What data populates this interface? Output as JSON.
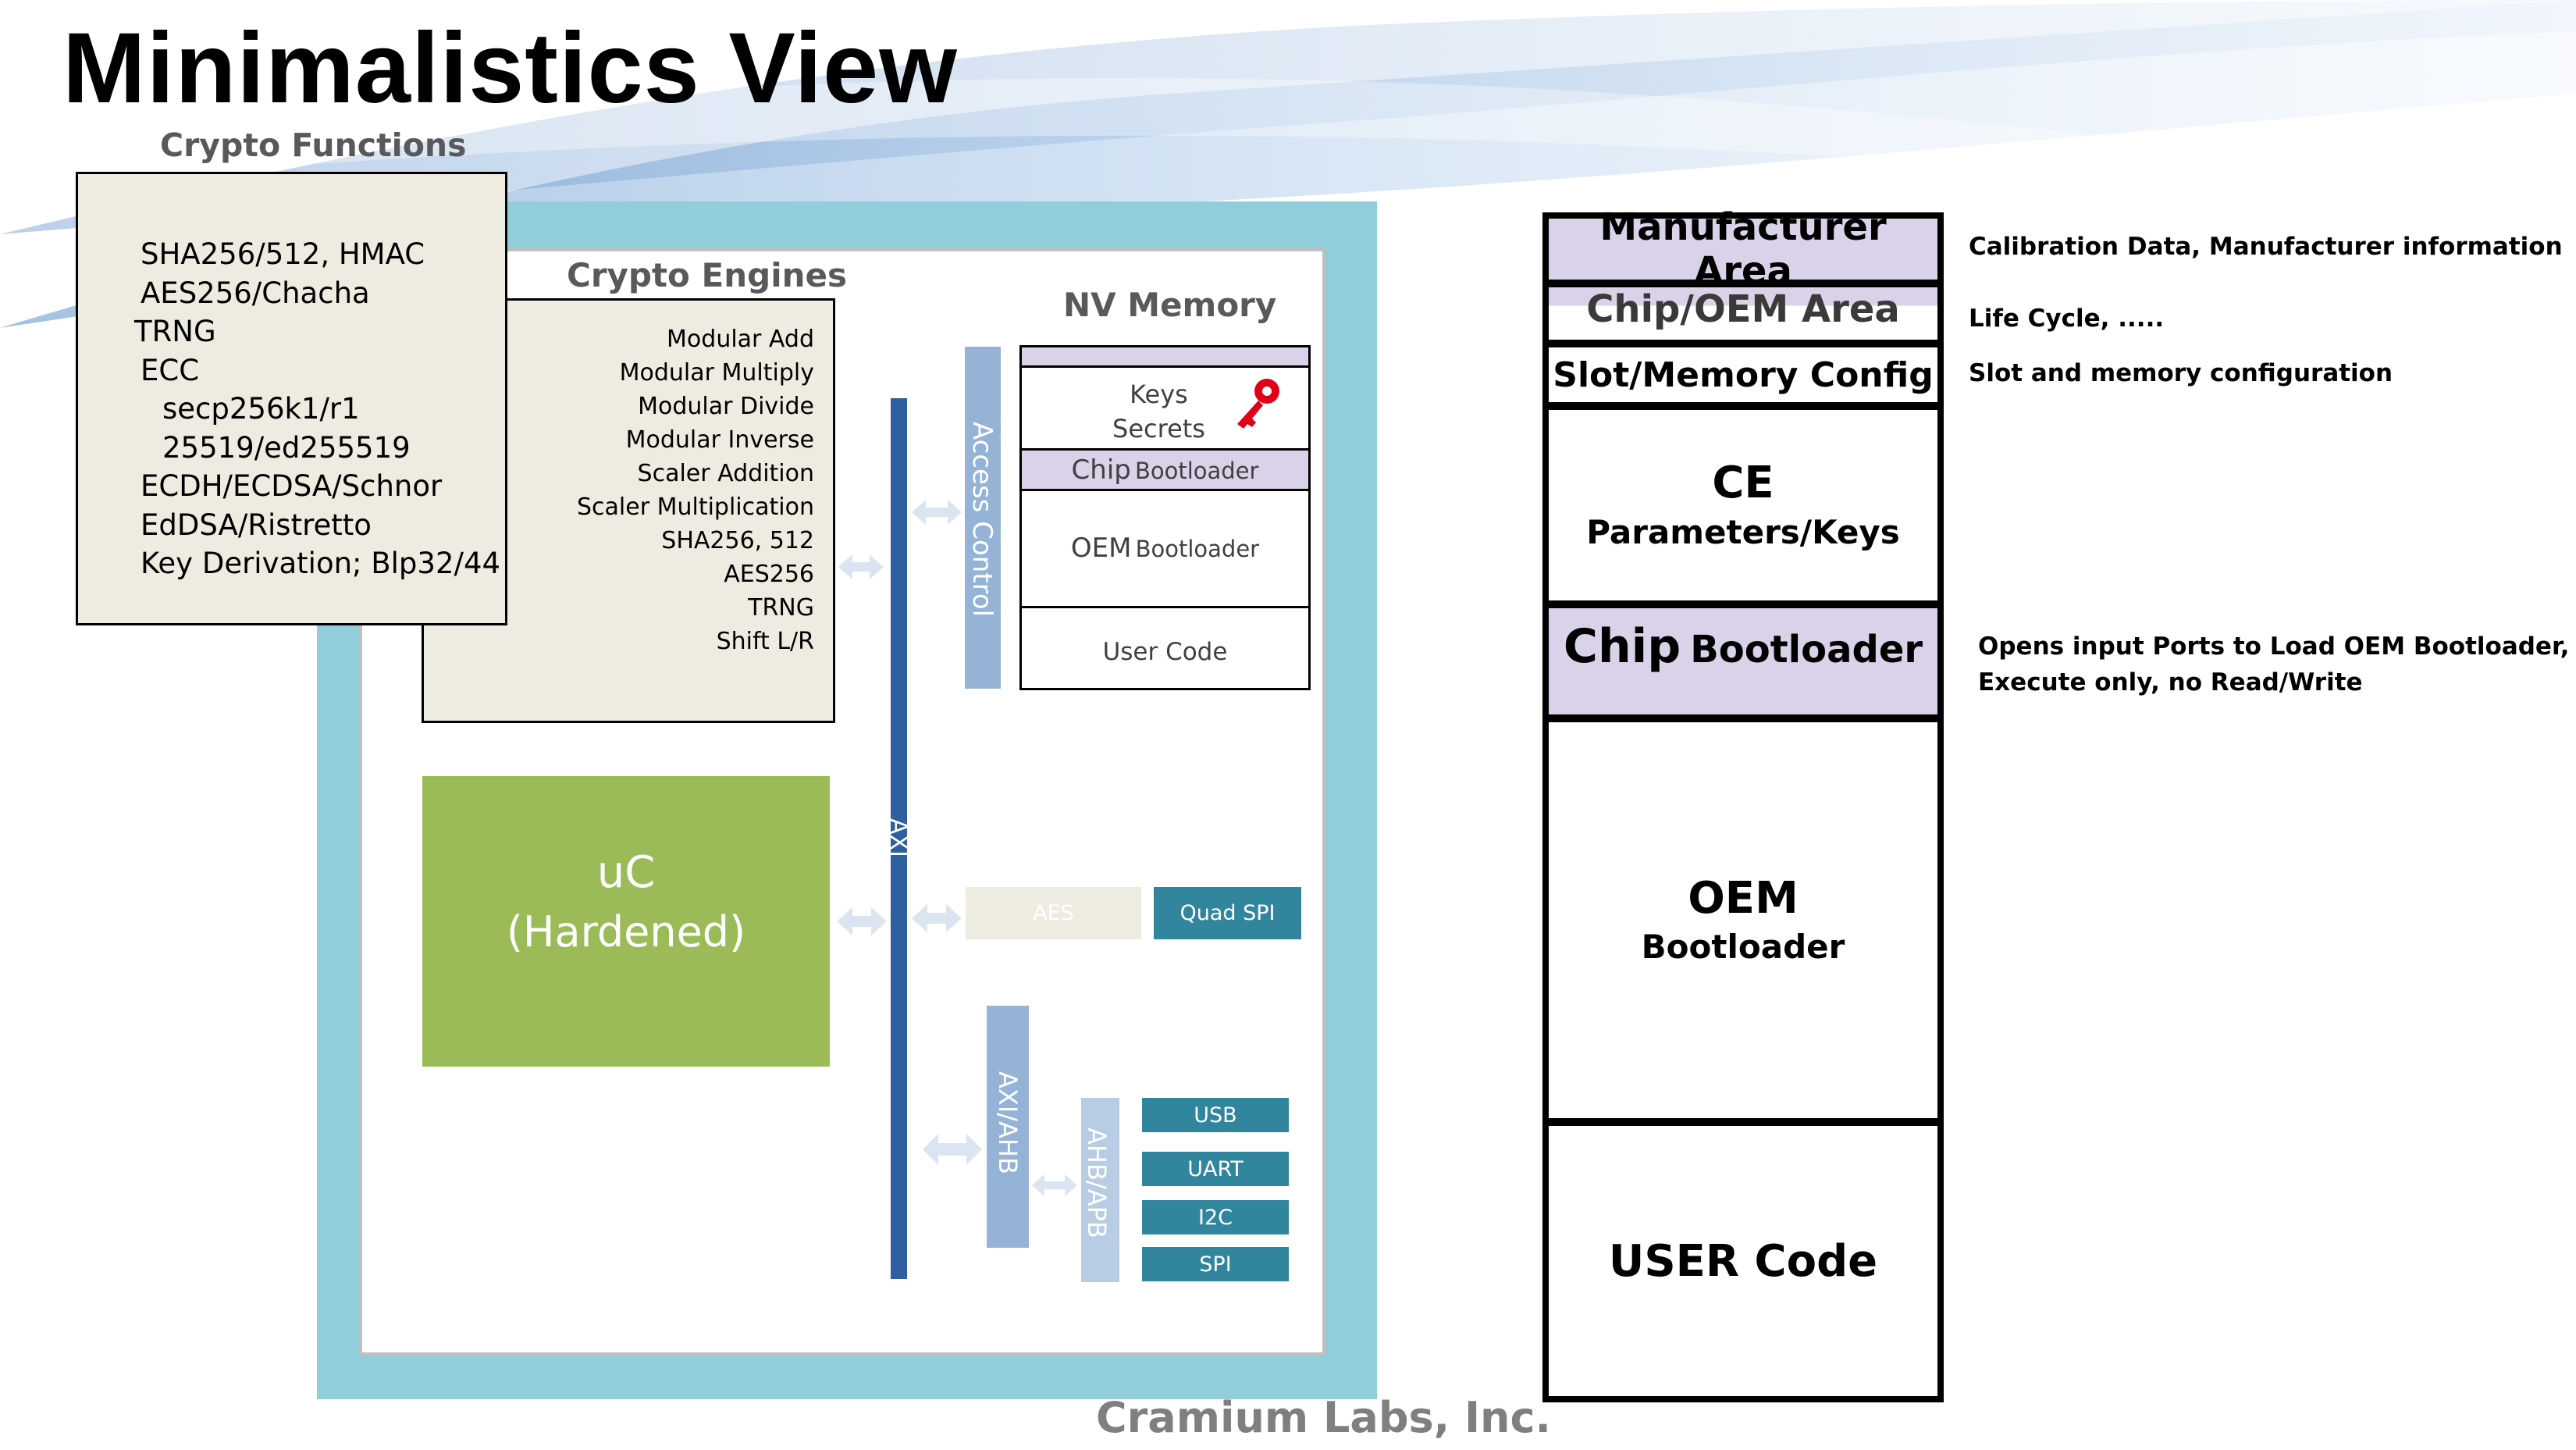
{
  "title": "Minimalistics View",
  "crypto_functions": {
    "heading": "Crypto Functions",
    "lines": [
      "SHA256/512, HMAC",
      "AES256/Chacha",
      "TRNG",
      "ECC",
      "secp256k1/r1",
      "25519/ed255519",
      "ECDH/ECDSA/Schnor",
      "EdDSA/Ristretto",
      "Key Derivation; Blp32/44"
    ]
  },
  "crypto_engines": {
    "heading": "Crypto Engines",
    "lines": [
      "Modular Add",
      "Modular Multiply",
      "Modular Divide",
      "Modular Inverse",
      "Scaler Addition",
      "Scaler Multiplication",
      "SHA256, 512",
      "AES256",
      "TRNG",
      "Shift L/R"
    ]
  },
  "nv_memory": {
    "heading": "NV Memory",
    "keys_line1": "Keys",
    "keys_line2": "Secrets",
    "chip_bootloader_big": "Chip",
    "chip_bootloader_small": "Bootloader",
    "oem_bootloader_big": "OEM",
    "oem_bootloader_small": "Bootloader",
    "user_code": "User Code"
  },
  "buses": {
    "access_control": "Access Control",
    "axi": "AXI",
    "axi_ahb": "AXI/AHB",
    "ahb_apb": "AHB/APB"
  },
  "uc": {
    "line1": "uC",
    "line2": "(Hardened)"
  },
  "peripherals": {
    "aes": "AES",
    "quad_spi": "Quad SPI",
    "usb": "USB",
    "uart": "UART",
    "i2c": "I2C",
    "spi": "SPI"
  },
  "memory_map": {
    "manufacturer_area": "Manufacturer Area",
    "chip_oem_area": "Chip/OEM Area",
    "slot_memory_config": "Slot/Memory Config",
    "ce_line1": "CE",
    "ce_line2": "Parameters/Keys",
    "chip_bootloader_big": "Chip",
    "chip_bootloader_small": "Bootloader",
    "oem_line1": "OEM",
    "oem_line2": "Bootloader",
    "user_code": "USER Code"
  },
  "notes": {
    "manufacturer": "Calibration Data, Manufacturer information",
    "life_cycle": "Life Cycle, .....",
    "slot": "Slot and memory configuration",
    "chip_boot_line1": "Opens input Ports to Load OEM Bootloader,",
    "chip_boot_line2": "Execute only, no Read/Write"
  },
  "footer": "Cramium Labs, Inc.",
  "colors": {
    "outer_frame": "#92cddc",
    "bus_dark": "#2e5f9e",
    "bus_light": "#95b3d7",
    "bus_lighter": "#b8cce4",
    "uc_green": "#9bbb59",
    "lavender": "#d9d2e9",
    "periph_teal": "#31859c",
    "key_red": "#e0001a",
    "beige": "#eeece1"
  }
}
